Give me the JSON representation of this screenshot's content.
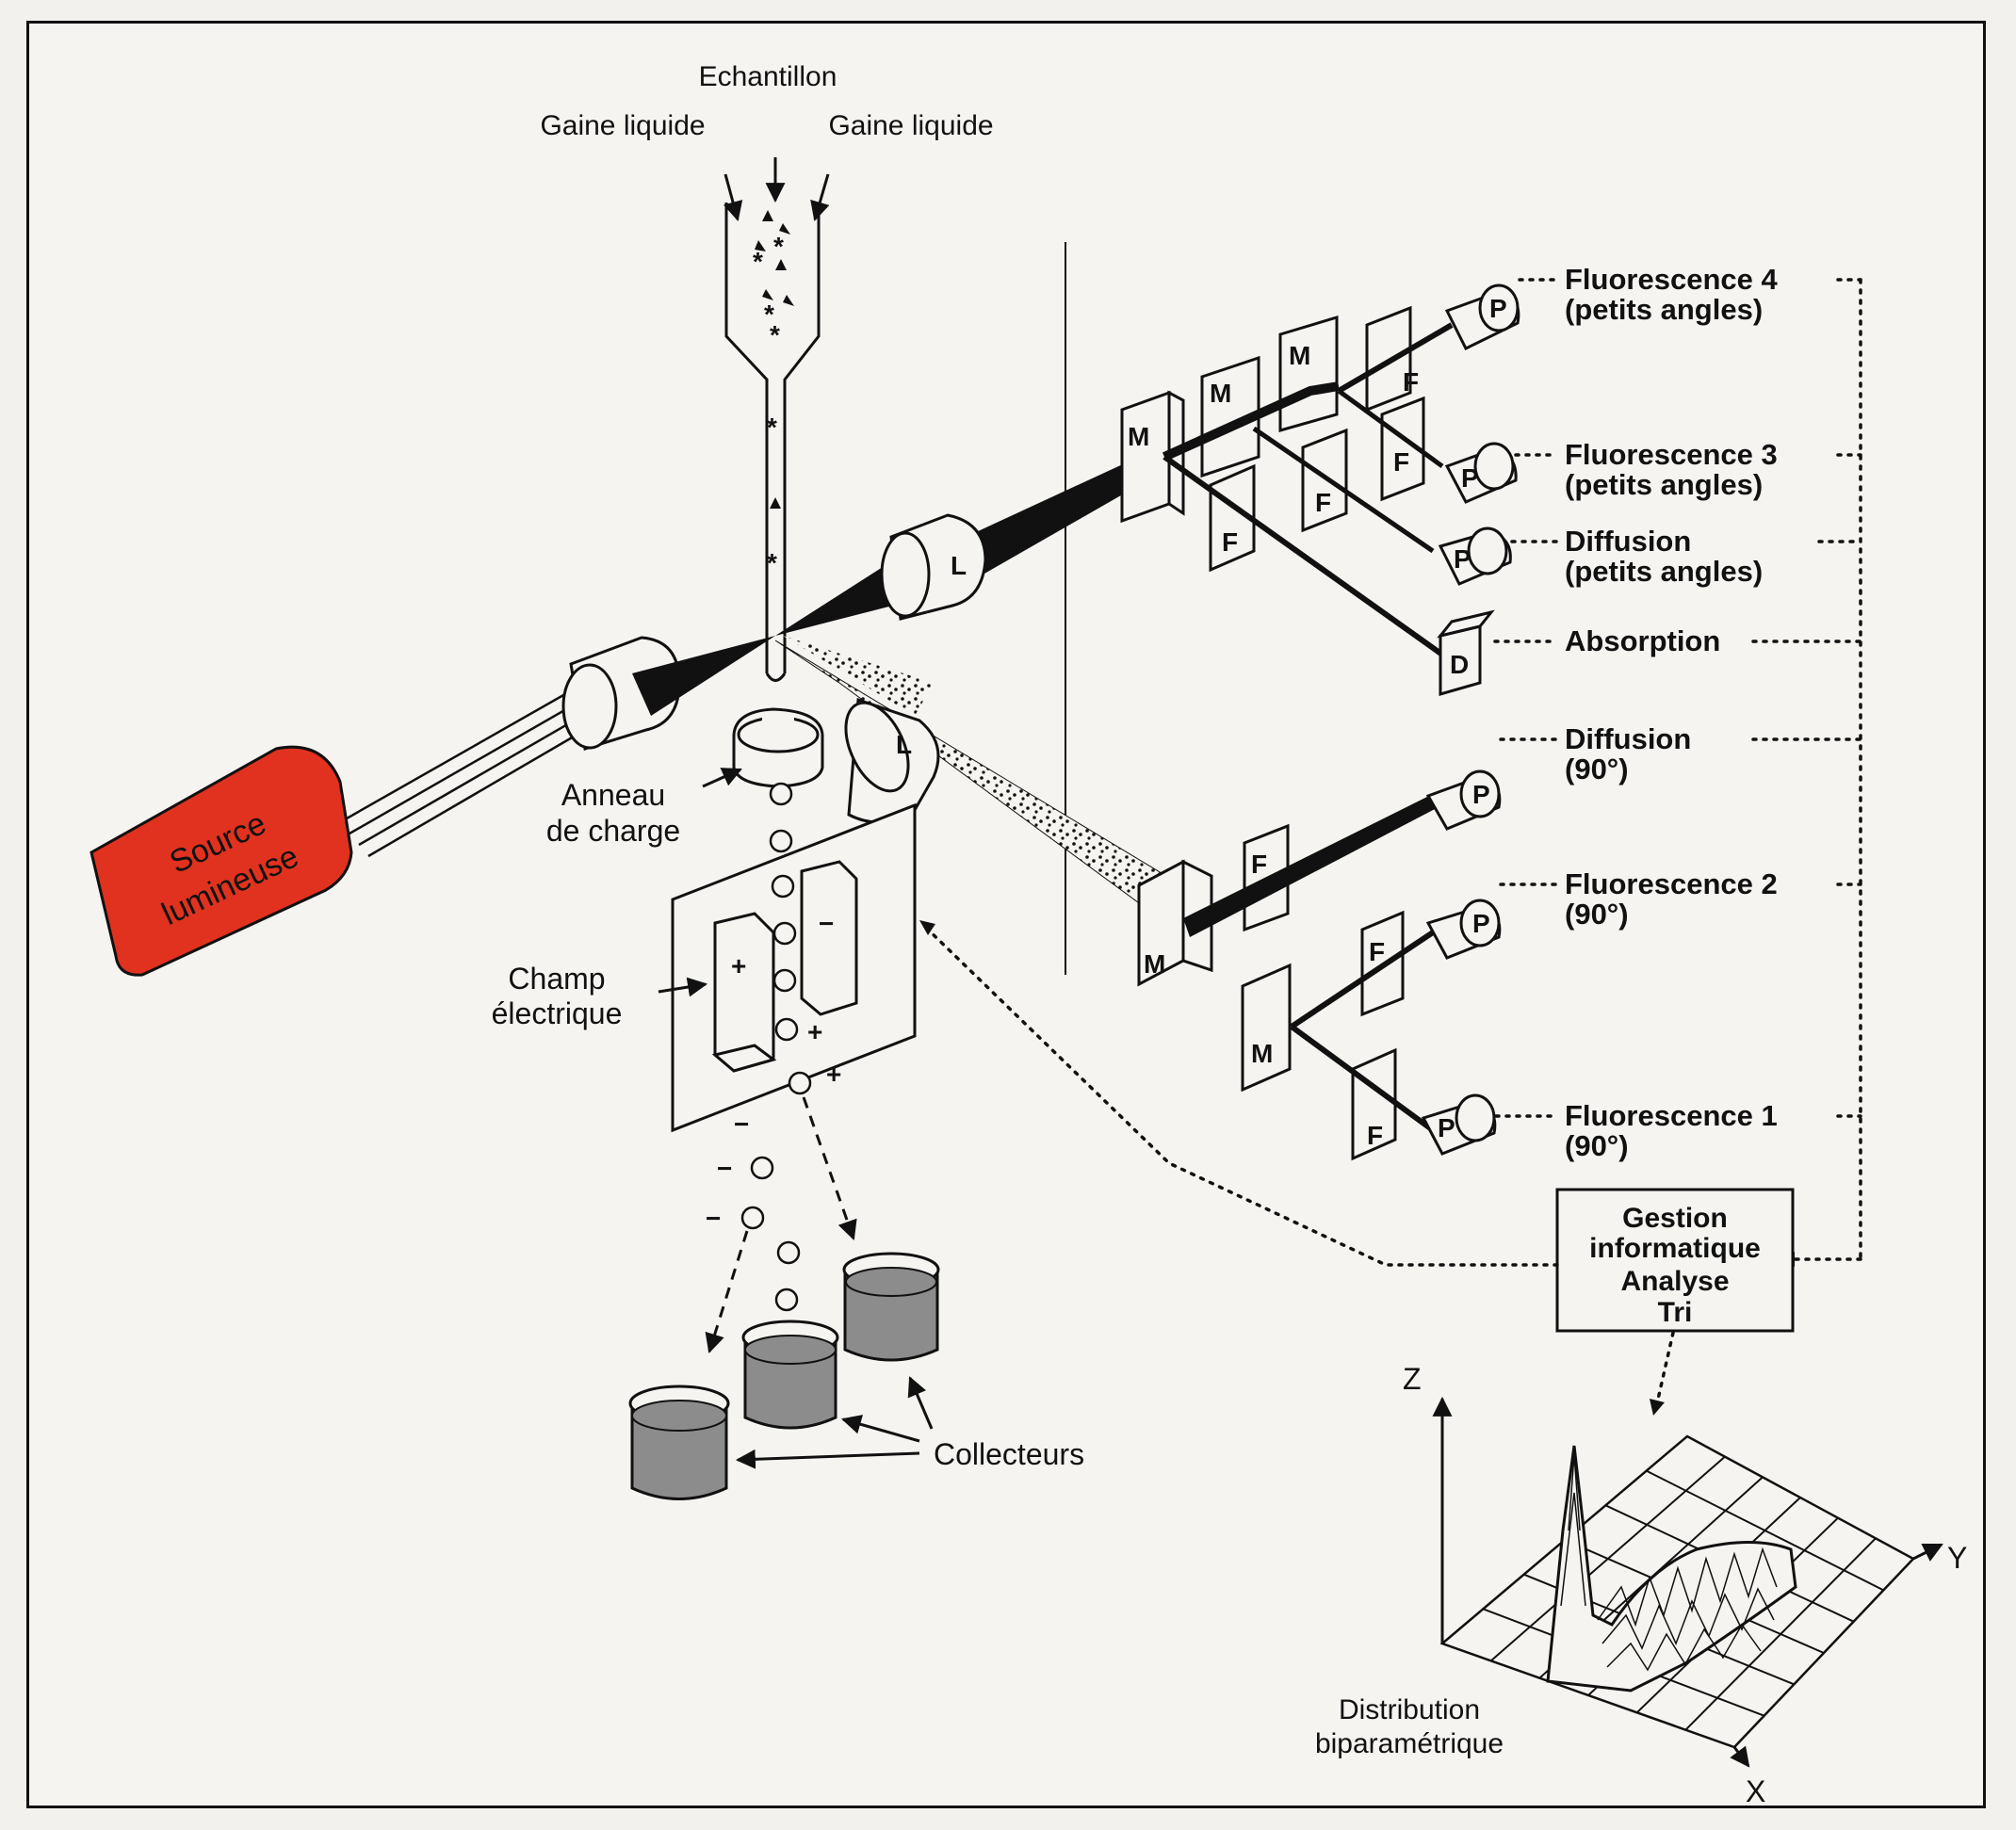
{
  "labels": {
    "sample": "Echantillon",
    "sheath_left": "Gaine liquide",
    "sheath_right": "Gaine liquide",
    "light_source_line1": "Source",
    "light_source_line2": "lumineuse",
    "charge_ring_line1": "Anneau",
    "charge_ring_line2": "de charge",
    "electric_field_line1": "Champ",
    "electric_field_line2": "électrique",
    "collectors": "Collecteurs",
    "fluo4_line1": "Fluorescence 4",
    "fluo4_line2": "(petits angles)",
    "fluo3_line1": "Fluorescence 3",
    "fluo3_line2": "(petits angles)",
    "diffusion_small_line1": "Diffusion",
    "diffusion_small_line2": "(petits angles)",
    "absorption": "Absorption",
    "diffusion90_line1": "Diffusion",
    "diffusion90_line2": "(90°)",
    "fluo2_line1": "Fluorescence 2",
    "fluo2_line2": "(90°)",
    "fluo1_line1": "Fluorescence 1",
    "fluo1_line2": "(90°)",
    "computer_line1": "Gestion",
    "computer_line2": "informatique",
    "computer_line3": "Analyse",
    "computer_line4": "Tri",
    "distribution_line1": "Distribution",
    "distribution_line2": "biparamétrique",
    "axis_z": "Z",
    "axis_y": "Y",
    "axis_x": "X",
    "component_L": "L",
    "component_M": "M",
    "component_F": "F",
    "component_P": "P",
    "component_D": "D",
    "plus": "+",
    "minus": "−"
  },
  "colors": {
    "source_fill": "#e0321f",
    "ink": "#111111",
    "collector_fill": "#8c8c8c",
    "background": "#f6f4f1"
  }
}
